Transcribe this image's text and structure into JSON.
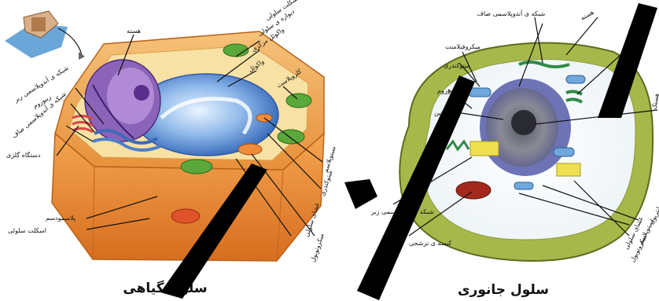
{
  "captions": {
    "plant": "سلول گیاهی",
    "animal": "سلول جانوری"
  },
  "plant_labels": {
    "nucleus": "هسته",
    "er_rough": "شبکه ی آندوپلاسمی زبر",
    "ribosome": "ریبوزوم",
    "er_smooth": "شبکه ی آندوپلاسمی صاف",
    "golgi": "دستگاه گلژی",
    "cell_wall": "دیواره ی سلولی",
    "chloroplast": "کلروپلاست",
    "vacuole": "واکوئل",
    "mitochondria": "میتوکندری",
    "cytoplasm": "سیتوپلاسم",
    "membrane": "غشای سلولی",
    "plasmodesmata": "پلاسمودسم",
    "cytoskeleton": "اسکلت سلولی",
    "microtubule": "میکروتوبول",
    "central_vacuole": "واکوئل مرکزی",
    "cytoplasmic_streams": "رشته های اسکلت سلولی"
  },
  "animal_labels": {
    "er_smooth": "شبکه ی آندوپلاسمی صاف",
    "microfilament": "میکروفیلامنت",
    "mitochondria": "میتوکندری",
    "lysosome": "لیزوزوم",
    "chromatin": "کروماتین",
    "nucleus": "هسته",
    "golgi": "گلژی",
    "nucleolus": "هستک",
    "er_rough": "شبکه ی آندوپلاسمی زبر",
    "membrane": "غشای سلولی",
    "centriole": "سانتریول",
    "cytoplasm": "سیتوپلاسم",
    "vesicle": "کیسه ی ترشحی",
    "microtubule": "میکروتوبول"
  }
}
